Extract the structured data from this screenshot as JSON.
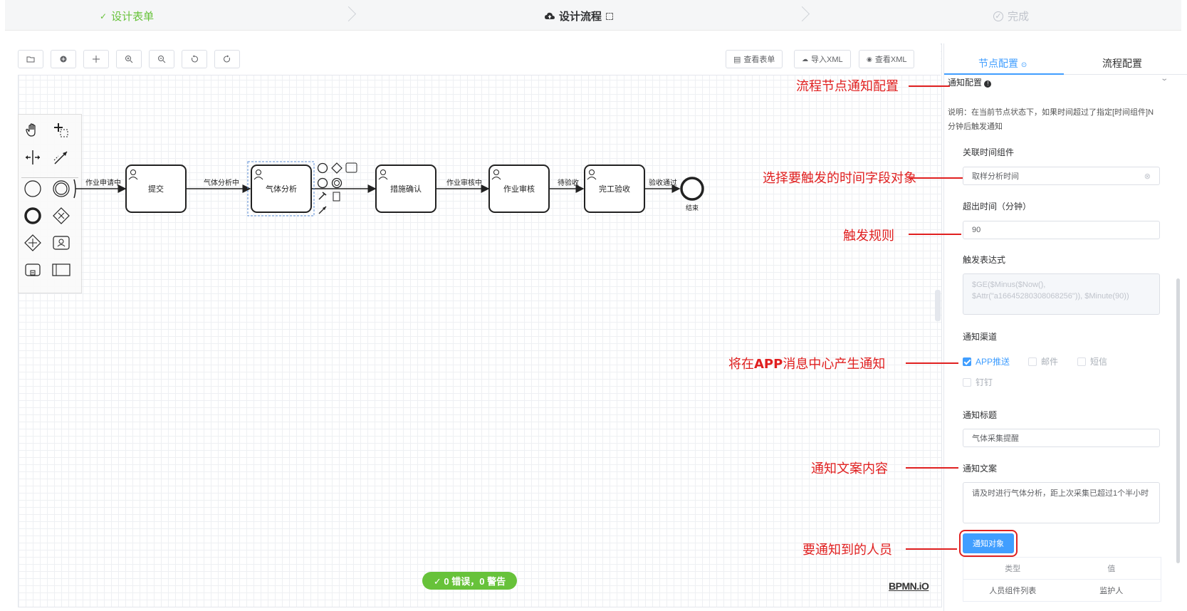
{
  "steps": [
    {
      "label": "设计表单",
      "state": "done"
    },
    {
      "label": "设计流程",
      "state": "active"
    },
    {
      "label": "完成",
      "state": "todo"
    }
  ],
  "toolbar": {
    "icons": [
      "folder-icon",
      "record-icon",
      "move-icon",
      "zoom-in-icon",
      "zoom-out-icon",
      "undo-icon",
      "redo-icon"
    ],
    "view_form": "查看表单",
    "import_xml": "导入XML",
    "view_xml": "查看XML"
  },
  "diagram": {
    "nodes": [
      "提交",
      "气体分析",
      "措施确认",
      "作业审核",
      "完工验收"
    ],
    "flows": [
      "作业申请中",
      "气体分析中",
      "作业审核中",
      "待验收",
      "验收通过"
    ],
    "end_label": "结束",
    "status_badge": "✓ 0 错误，0 警告",
    "watermark": "BPMN.iO"
  },
  "panel": {
    "tabs": [
      "节点配置",
      "流程配置"
    ],
    "section_title": "通知配置",
    "note": "说明：在当前节点状态下，如果时间超过了指定[时间组件]N分钟后触发通知",
    "time_component_label": "关联时间组件",
    "time_component_value": "取样分析时间",
    "timeout_label": "超出时间（分钟）",
    "timeout_value": "90",
    "expr_label": "触发表达式",
    "expr_value": "$GE($Minus($Now(), $Attr(\"a16645280308068256\")), $Minute(90))",
    "channel_label": "通知渠道",
    "channels": [
      {
        "label": "APP推送",
        "checked": true
      },
      {
        "label": "邮件",
        "checked": false
      },
      {
        "label": "短信",
        "checked": false
      },
      {
        "label": "钉钉",
        "checked": false
      }
    ],
    "title_label": "通知标题",
    "title_value": "气体采集提醒",
    "content_label": "通知文案",
    "content_value": "请及时进行气体分析，距上次采集已超过1个半小时",
    "target_button": "通知对象",
    "table_headers": [
      "类型",
      "值"
    ],
    "table_rows": [
      [
        "人员组件列表",
        "监护人"
      ]
    ]
  },
  "annotations": {
    "a1": "流程节点通知配置",
    "a2": "选择要触发的时间字段对象",
    "a3": "触发规则",
    "a4_pre": "将在",
    "a4_bold": "APP",
    "a4_post": "消息中心产生通知",
    "a5": "通知文案内容",
    "a6": "要通知到的人员"
  },
  "colors": {
    "accent": "#409eff",
    "success": "#67c23a",
    "annotation": "#e02020"
  }
}
